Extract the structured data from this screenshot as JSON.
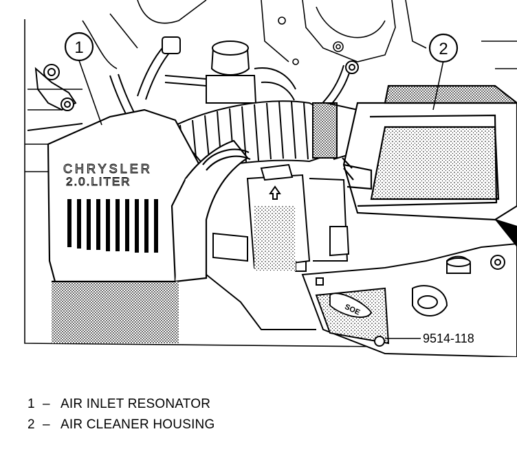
{
  "figure": {
    "callouts": [
      {
        "number": "1"
      },
      {
        "number": "2"
      }
    ],
    "engine_cover_text": [
      "CHRYSLER",
      "2.0.LITER"
    ],
    "tag_text": "SOE",
    "figure_id": "9514-118"
  },
  "legend": [
    {
      "number": "1",
      "separator": "–",
      "label": "AIR INLET RESONATOR"
    },
    {
      "number": "2",
      "separator": "–",
      "label": "AIR CLEANER HOUSING"
    }
  ],
  "colors": {
    "ink": "#000000",
    "paper": "#ffffff",
    "shade": "#9a9a9a"
  }
}
